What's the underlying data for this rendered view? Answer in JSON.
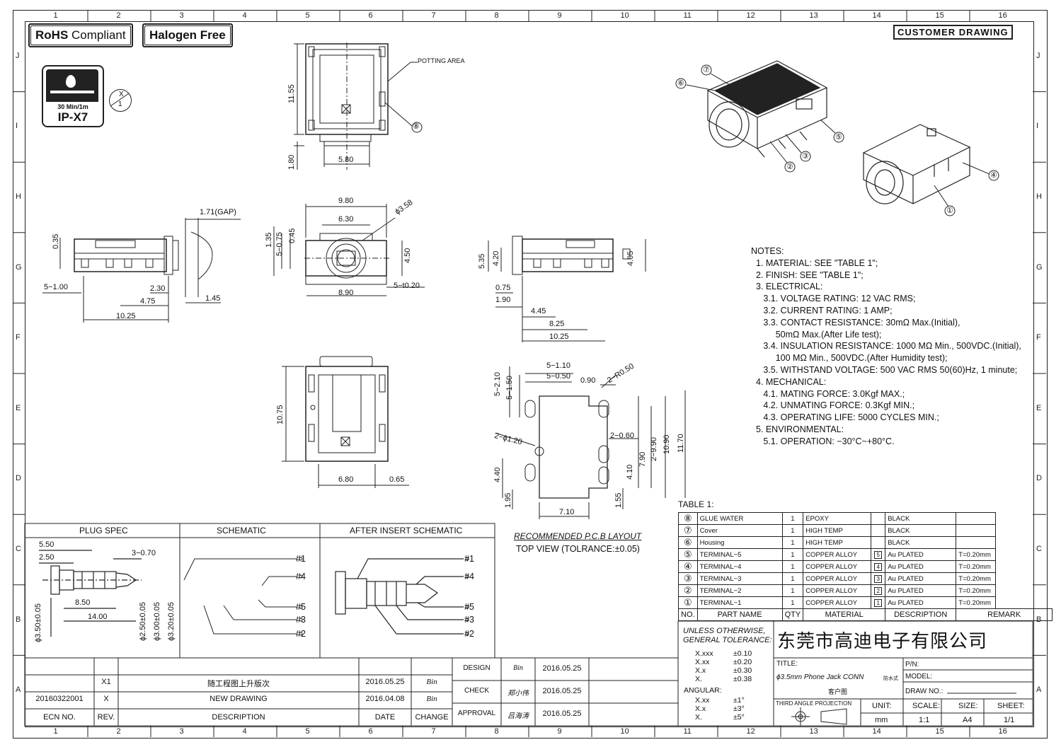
{
  "frame": {
    "columns": [
      "1",
      "2",
      "3",
      "4",
      "5",
      "6",
      "7",
      "8",
      "9",
      "10",
      "11",
      "12",
      "13",
      "14",
      "15",
      "16"
    ],
    "rows": [
      "J",
      "I",
      "H",
      "G",
      "F",
      "E",
      "D",
      "C",
      "B",
      "A"
    ]
  },
  "badges": {
    "rohs_bold": "RoHS",
    "rohs_normal": "Compliant",
    "halogen": "Halogen Free",
    "ip_line1": "30 Min/1m",
    "ip_line2": "IP-X7",
    "view_x": "X",
    "view_scale": "1"
  },
  "customer_drawing": "CUSTOMER DRAWING",
  "top_view": {
    "potting_label": "POTTING AREA",
    "callout_8": "⑧",
    "dim_height": "11.55",
    "dim_bottom": "1.80",
    "dim_width": "5.80",
    "marker": "X"
  },
  "left_side_view": {
    "gap": "1.71(GAP)",
    "d035": "0.35",
    "d5_100": "5−1.00",
    "d230": "2.30",
    "d475": "4.75",
    "d145": "1.45",
    "d1025": "10.25"
  },
  "front_view": {
    "d980": "9.80",
    "d630": "6.30",
    "phi358": "ϕ3.58",
    "d135": "1.35",
    "d5_075": "5−0.75",
    "d045": "0.45",
    "d450": "4.50",
    "d890": "8.90",
    "d5_t020": "5−t0.20"
  },
  "right_side_view": {
    "d535": "5.35",
    "d420": "4.20",
    "d405": "4.05",
    "d075": "0.75",
    "d190": "1.90",
    "d445": "4.45",
    "d825": "8.25",
    "d1025": "10.25"
  },
  "bottom_view": {
    "d1075": "10.75",
    "d680": "6.80",
    "d065": "0.65",
    "marker": "X"
  },
  "pcb_layout": {
    "d5_110": "5−1.10",
    "d5_050": "5−0.50",
    "d090": "0.90",
    "d2_r050": "2−R0.50",
    "d5_210": "5−2.10",
    "d5_150": "5−1.50",
    "d2_060": "2−0.60",
    "d2_phi120": "2−ϕ1.20",
    "d790": "7.90",
    "d2_990": "2−9.90",
    "d1090": "10.90",
    "d1170": "11.70",
    "d410": "4.10",
    "d440": "4.40",
    "d195": "1.95",
    "d155": "1.55",
    "d710": "7.10",
    "title": "RECOMMENDED  P.C.B  LAYOUT",
    "subtitle": "TOP  VIEW  (TOLRANCE:±0.05)"
  },
  "iso_callouts": [
    "①",
    "②",
    "③",
    "④",
    "⑤",
    "⑥",
    "⑦"
  ],
  "notes": [
    "NOTES:",
    "  1. MATERIAL: SEE \"TABLE 1\";",
    "  2. FINISH: SEE \"TABLE 1\";",
    "  3. ELECTRICAL:",
    "     3.1. VOLTAGE RATING: 12 VAC RMS;",
    "     3.2. CURRENT RATING: 1 AMP;",
    "     3.3. CONTACT RESISTANCE: 30mΩ Max.(Initial),",
    "          50mΩ Max.(After Life test);",
    "     3.4. INSULATION RESISTANCE: 1000 MΩ Min., 500VDC.(Initial),",
    "          100 MΩ Min., 500VDC.(After Humidity test);",
    "     3.5. WITHSTAND VOLTAGE: 500 VAC RMS 50(60)Hz, 1 minute;",
    "  4. MECHANICAL:",
    "     4.1. MATING FORCE: 3.0Kgf MAX.;",
    "     4.2. UNMATING FORCE: 0.3Kgf MIN.;",
    "     4.3. OPERATING LIFE: 5000 CYCLES MIN.;",
    "  5. ENVIRONMENTAL:",
    "     5.1. OPERATION: −30°C~+80°C."
  ],
  "table1": {
    "caption": "TABLE 1:",
    "rows": [
      {
        "no": "⑧",
        "part": "GLUE WATER",
        "qty": "1",
        "material": "EPOXY",
        "box": "",
        "desc": "BLACK",
        "remark": ""
      },
      {
        "no": "⑦",
        "part": "Cover",
        "qty": "1",
        "material": "HIGH TEMP",
        "box": "",
        "desc": "BLACK",
        "remark": ""
      },
      {
        "no": "⑥",
        "part": "Housing",
        "qty": "1",
        "material": "HIGH TEMP",
        "box": "",
        "desc": "BLACK",
        "remark": ""
      },
      {
        "no": "⑤",
        "part": "TERMINAL−5",
        "qty": "1",
        "material": "COPPER ALLOY",
        "box": "5",
        "desc": "Au PLATED",
        "remark": "T=0.20mm"
      },
      {
        "no": "④",
        "part": "TERMINAL−4",
        "qty": "1",
        "material": "COPPER ALLOY",
        "box": "4",
        "desc": "Au PLATED",
        "remark": "T=0.20mm"
      },
      {
        "no": "③",
        "part": "TERMINAL−3",
        "qty": "1",
        "material": "COPPER ALLOY",
        "box": "3",
        "desc": "Au PLATED",
        "remark": "T=0.20mm"
      },
      {
        "no": "②",
        "part": "TERMINAL−2",
        "qty": "1",
        "material": "COPPER ALLOY",
        "box": "2",
        "desc": "Au PLATED",
        "remark": "T=0.20mm"
      },
      {
        "no": "①",
        "part": "TERMINAL−1",
        "qty": "1",
        "material": "COPPER ALLOY",
        "box": "1",
        "desc": "Au PLATED",
        "remark": "T=0.20mm"
      }
    ],
    "headers": {
      "no": "NO.",
      "part": "PART  NAME",
      "qty": "QTY",
      "material": "MATERIAL",
      "desc": "DESCRIPTION",
      "remark": "REMARK"
    }
  },
  "plug_panel": {
    "h_plug": "PLUG  SPEC",
    "h_sch": "SCHEMATIC",
    "h_after": "AFTER  INSERT  SCHEMATIC",
    "d550": "5.50",
    "d250": "2.50",
    "d3_070": "3−0.70",
    "d850": "8.50",
    "d1400": "14.00",
    "phi350": "ϕ3.50±0.05",
    "phi250": "ϕ2.50±0.05",
    "phi300": "ϕ3.00±0.05",
    "phi320": "ϕ3.20±0.05",
    "pins": [
      "#1",
      "#4",
      "#5",
      "#3",
      "#2"
    ]
  },
  "revision": {
    "rows": [
      {
        "ecn": "",
        "rev": "X1",
        "desc": "随工程图上升版次",
        "date": "2016.05.25",
        "change": "Bin"
      },
      {
        "ecn": "20160322001",
        "rev": "X",
        "desc": "NEW  DRAWING",
        "date": "2016.04.08",
        "change": "Bin"
      }
    ],
    "headers": {
      "ecn": "ECN  NO.",
      "rev": "REV.",
      "desc": "DESCRIPTION",
      "date": "DATE",
      "change": "CHANGE"
    },
    "approvals": [
      {
        "role": "DESIGN",
        "name": "Bin",
        "date": "2016.05.25"
      },
      {
        "role": "CHECK",
        "name": "郑小伟",
        "date": "2016.05.25"
      },
      {
        "role": "APPROVAL",
        "name": "吕海涛",
        "date": "2016.05.25"
      }
    ]
  },
  "tolerance": {
    "line1": "UNLESS  OTHERWISE,",
    "line2": "GENERAL  TOLERANCE:",
    "items": [
      [
        "X.xxx",
        "±0.10"
      ],
      [
        "X.xx",
        "±0.20"
      ],
      [
        "X.x",
        "±0.30"
      ],
      [
        "X.",
        "±0.38"
      ]
    ],
    "angular": "ANGULAR:",
    "ang_items": [
      [
        "X.xx",
        "±1°"
      ],
      [
        "X.x",
        "±3°"
      ],
      [
        "X.",
        "±5°"
      ]
    ]
  },
  "title_block": {
    "company": "东莞市高迪电子有限公司",
    "title_label": "TITLE:",
    "title_value": "ϕ3.5mm  Phone  Jack  CONN",
    "title_suffix": "防水式",
    "title_sub": "客户图",
    "pn_label": "P/N:",
    "model_label": "MODEL:",
    "draw_no_label": "DRAW  NO.:",
    "projection": "THIRD  ANGLE  PROJECTION",
    "unit_label": "UNIT:",
    "unit_value": "mm",
    "scale_label": "SCALE:",
    "scale_value": "1:1",
    "size_label": "SIZE:",
    "size_value": "A4",
    "sheet_label": "SHEET:",
    "sheet_value": "1/1"
  }
}
